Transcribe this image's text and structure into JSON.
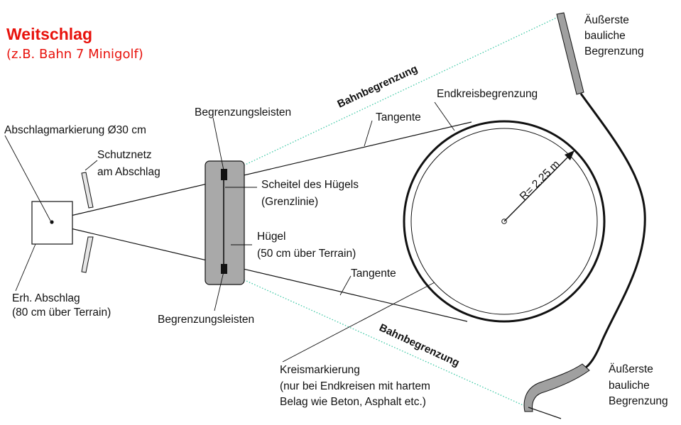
{
  "colors": {
    "title": "#e8120c",
    "outline": "#111111",
    "dotted": "#3fc9a6",
    "hill_fill": "#a9a9a9",
    "wall_fill": "#a0a0a0"
  },
  "title": "Weitschlag",
  "subtitle": "(z.B. Bahn 7 Minigolf)",
  "labels": {
    "tee_marking": "Abschlagmarkierung Ø30 cm",
    "net_1": "Schutznetz",
    "net_2": "am Abschlag",
    "tee_1": "Erh. Abschlag",
    "tee_2": "(80 cm über Terrain)",
    "strips_top": "Begrenzungsleisten",
    "strips_bottom": "Begrenzungsleisten",
    "crest_1": "Scheitel des Hügels",
    "crest_2": "(Grenzlinie)",
    "hill_1": "Hügel",
    "hill_2": "(50 cm über Terrain)",
    "lane_top": "Bahnbegrenzung",
    "lane_bottom": "Bahnbegrenzung",
    "tangent_top": "Tangente",
    "tangent_bottom": "Tangente",
    "end_circle": "Endkreisbegrenzung",
    "radius": "R= 2.25 m",
    "circle_mark_1": "Kreismarkierung",
    "circle_mark_2": "(nur bei Endkreisen mit hartem",
    "circle_mark_3": "Belag wie Beton, Asphalt etc.)",
    "outer_top_1": "Äußerste",
    "outer_top_2": "bauliche",
    "outer_top_3": "Begrenzung",
    "outer_bottom_1": "Äußerste",
    "outer_bottom_2": "bauliche",
    "outer_bottom_3": "Begrenzung"
  }
}
